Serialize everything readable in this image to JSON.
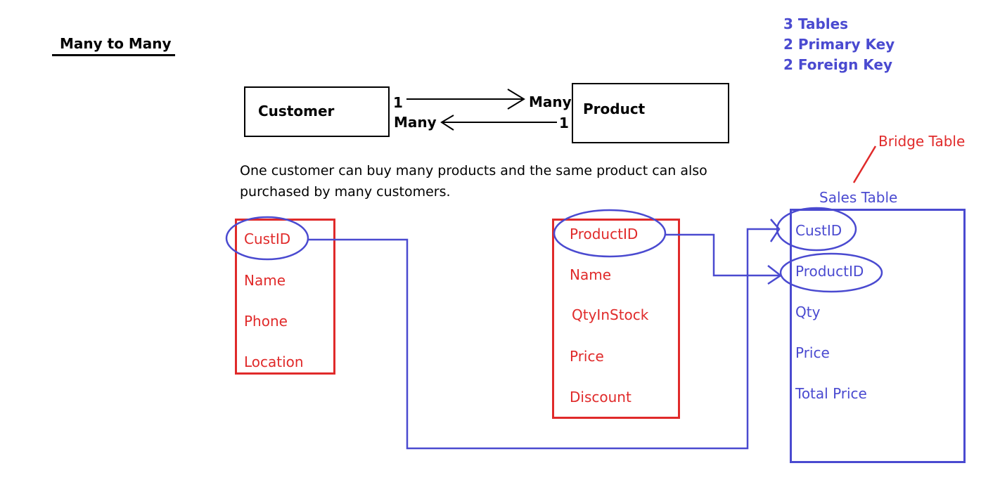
{
  "title": "Many to Many",
  "summary": [
    "3 Tables",
    "2 Primary Key",
    "2 Foreign Key"
  ],
  "entities": {
    "customer": "Customer",
    "product": "Product"
  },
  "cardinality": {
    "top_left": "1",
    "top_right": "Many",
    "bottom_left": "Many",
    "bottom_right": "1"
  },
  "description": [
    "One customer can buy many products and the same product can also",
    "purchased by many customers."
  ],
  "customer_table": [
    "CustID",
    "Name",
    "Phone",
    "Location"
  ],
  "product_table": [
    "ProductID",
    "Name",
    "QtyInStock",
    "Price",
    "Discount"
  ],
  "sales_table": {
    "name": "Sales Table",
    "annotation": "Bridge Table",
    "fields": [
      "CustID",
      "ProductID",
      "Qty",
      "Price",
      "Total Price"
    ]
  },
  "colors": {
    "red": "#e02a2a",
    "blue": "#4a4ad0",
    "black": "#000000"
  }
}
